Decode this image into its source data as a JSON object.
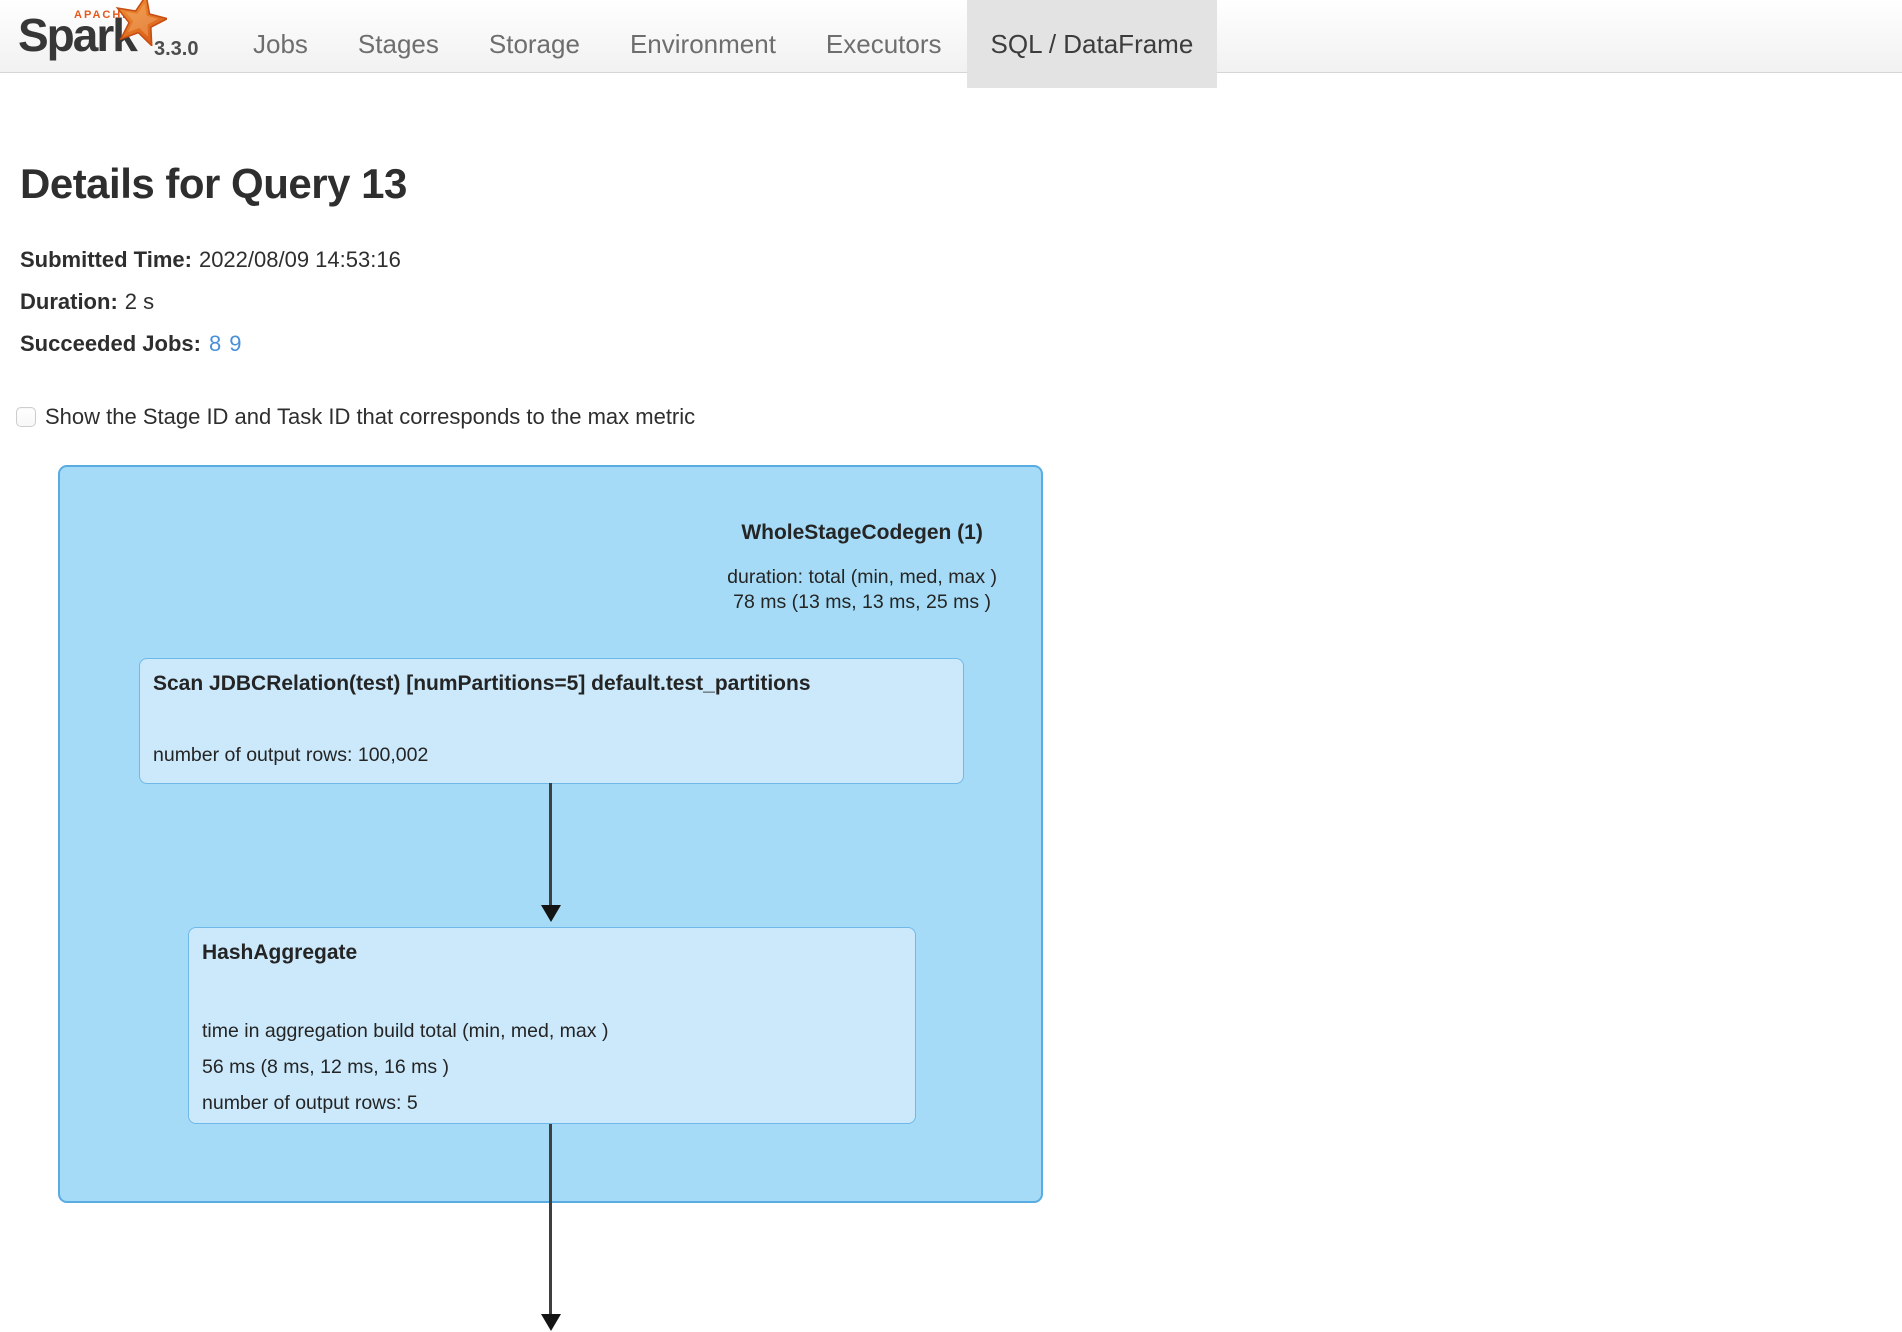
{
  "navbar": {
    "logo": {
      "apache": "APACHE",
      "name": "Spark",
      "version": "3.3.0"
    },
    "tabs": [
      {
        "label": "Jobs",
        "active": false
      },
      {
        "label": "Stages",
        "active": false
      },
      {
        "label": "Storage",
        "active": false
      },
      {
        "label": "Environment",
        "active": false
      },
      {
        "label": "Executors",
        "active": false
      },
      {
        "label": "SQL / DataFrame",
        "active": true
      }
    ]
  },
  "page": {
    "title": "Details for Query 13",
    "submitted_time_label": "Submitted Time:",
    "submitted_time": "2022/08/09 14:53:16",
    "duration_label": "Duration:",
    "duration": "2 s",
    "succeeded_jobs_label": "Succeeded Jobs:",
    "succeeded_jobs": [
      "8",
      "9"
    ],
    "checkbox_label": "Show the Stage ID and Task ID that corresponds to the max metric",
    "checkbox_checked": false
  },
  "dag": {
    "cluster": {
      "title": "WholeStageCodegen (1)",
      "metrics": [
        "duration: total (min, med, max )",
        "78 ms (13 ms, 13 ms, 25 ms )"
      ]
    },
    "nodes": [
      {
        "title": "Scan JDBCRelation(test) [numPartitions=5] default.test_partitions",
        "metrics": [
          "number of output rows: 100,002"
        ]
      },
      {
        "title": "HashAggregate",
        "metrics": [
          "time in aggregation build total (min, med, max )",
          "56 ms (8 ms, 12 ms, 16 ms )",
          "number of output rows: 5"
        ]
      }
    ]
  },
  "colors": {
    "link": "#4a90d9",
    "cluster_fill": "#a5dbf6",
    "cluster_stroke": "#58ace2",
    "node_fill": "#cbe9fb",
    "node_stroke": "#6fb9e9",
    "edge": "#3f3f3f",
    "active_tab_bg": "#e3e3e3",
    "spark_orange": "#e25a1c"
  }
}
